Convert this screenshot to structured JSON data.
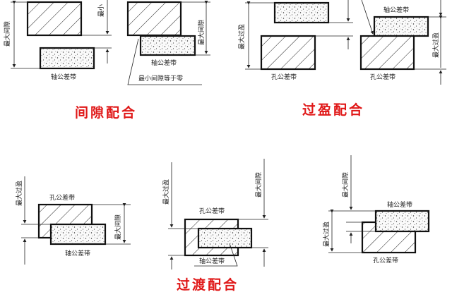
{
  "labels": {
    "max_clearance": "最大间隙",
    "min_clearance_partial": "最小",
    "max_interference": "最大过盈",
    "shaft_zone": "轴公差带",
    "hole_zone": "孔公差带",
    "min_clearance_zero": "最小间隙等于零"
  },
  "titles": {
    "clearance_fit": "间隙配合",
    "interference_fit": "过盈配合",
    "transition_fit": "过渡配合"
  },
  "colors": {
    "title": "#e01818",
    "lines": "#111111"
  }
}
